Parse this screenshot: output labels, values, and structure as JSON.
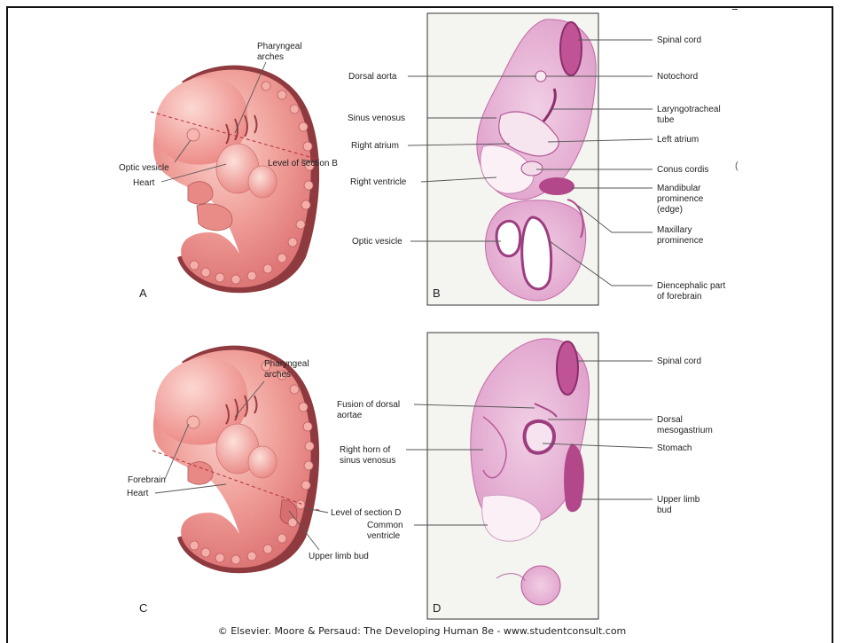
{
  "panels": {
    "A": {
      "letter": "A",
      "labels": {
        "pharyngeal_arches": [
          "Pharyngeal",
          "arches"
        ],
        "optic_vesicle": "Optic vesicle",
        "heart": "Heart",
        "section_level": "Level of section B"
      }
    },
    "B": {
      "letter": "B",
      "labels_left": {
        "dorsal_aorta": "Dorsal aorta",
        "sinus_venosus": "Sinus venosus",
        "right_atrium": "Right atrium",
        "right_ventricle": "Right ventricle",
        "optic_vesicle": "Optic vesicle"
      },
      "labels_right": {
        "spinal_cord": "Spinal cord",
        "notochord": "Notochord",
        "laryngotracheal_tube": [
          "Laryngotracheal",
          "tube"
        ],
        "left_atrium": "Left atrium",
        "conus_cordis": "Conus cordis",
        "mandibular_prominence": [
          "Mandibular",
          "prominence",
          "(edge)"
        ],
        "maxillary_prominence": [
          "Maxillary",
          "prominence"
        ],
        "diencephalic_forebrain": [
          "Diencephalic part",
          "of forebrain"
        ]
      }
    },
    "C": {
      "letter": "C",
      "labels": {
        "pharyngeal_arches": [
          "Pharyngeal",
          "arches"
        ],
        "forebrain": "Forebrain",
        "heart": "Heart",
        "section_level": "Level of section D",
        "upper_limb_bud": "Upper limb bud"
      }
    },
    "D": {
      "letter": "D",
      "labels_left": {
        "fusion_dorsal_aortae": [
          "Fusion of dorsal",
          "aortae"
        ],
        "right_horn_sinus": [
          "Right horn of",
          "sinus venosus"
        ],
        "common_ventricle": [
          "Common",
          "ventricle"
        ]
      },
      "labels_right": {
        "spinal_cord": "Spinal cord",
        "dorsal_mesogastrium": [
          "Dorsal",
          "mesogastrium"
        ],
        "stomach": "Stomach",
        "upper_limb_bud": [
          "Upper limb",
          "bud"
        ]
      }
    }
  },
  "stray_mark": "(",
  "caption": "© Elsevier. Moore & Persaud: The Developing Human 8e - www.studentconsult.com",
  "colors": {
    "embryo_body": "#ee8a86",
    "embryo_highlight": "#f8c2bd",
    "embryo_edge": "#8e3a3f",
    "section_fill": "#f3dcea",
    "section_tissue": "#c46aa6",
    "section_dark": "#9c3d80",
    "micrograph_bg": "#f4f4f0"
  }
}
